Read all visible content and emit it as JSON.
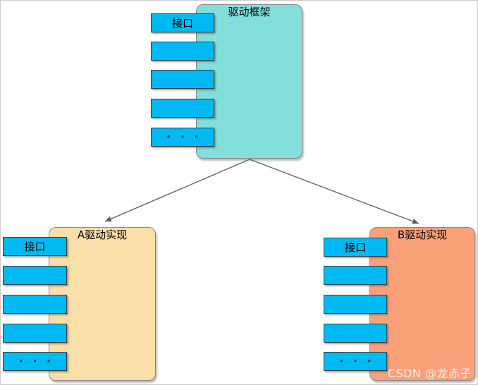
{
  "watermark": "CSDN @龙赤子",
  "colors": {
    "interface_bar_fill": "#00B9F2",
    "framework_box_fill": "#82DFD9",
    "impl_a_box_fill": "#FBDFA8",
    "impl_b_box_fill": "#FBA17A",
    "arrow": "#5F5F5F",
    "text": "#000000",
    "watermark_text": "#EDEDEB"
  },
  "framework": {
    "title": "驱动框架",
    "interface_label": "接口",
    "more_label": "∘ ∘ ∘"
  },
  "impl_a": {
    "title": "A驱动实现",
    "interface_label": "接口",
    "more_label": "∘ ∘ ∘"
  },
  "impl_b": {
    "title": "B驱动实现",
    "interface_label": "接口",
    "more_label": "∘ ∘ ∘"
  }
}
